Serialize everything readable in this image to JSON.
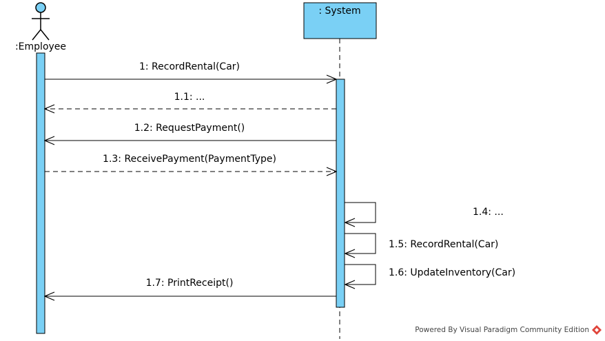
{
  "diagram": {
    "actor": {
      "label": ":Employee"
    },
    "system": {
      "label": ": System"
    },
    "messages": [
      {
        "label": "1: RecordRental(Car)"
      },
      {
        "label": "1.1: ..."
      },
      {
        "label": "1.2: RequestPayment()"
      },
      {
        "label": "1.3: ReceivePayment(PaymentType)"
      },
      {
        "label": "1.4: ..."
      },
      {
        "label": "1.5: RecordRental(Car)"
      },
      {
        "label": "1.6: UpdateInventory(Car)"
      },
      {
        "label": "1.7: PrintReceipt()"
      }
    ],
    "footer": {
      "text": "Powered By Visual Paradigm Community Edition"
    },
    "colors": {
      "fill": "#7ad0f5",
      "line": "#000000",
      "logo": "#e0443a"
    }
  }
}
